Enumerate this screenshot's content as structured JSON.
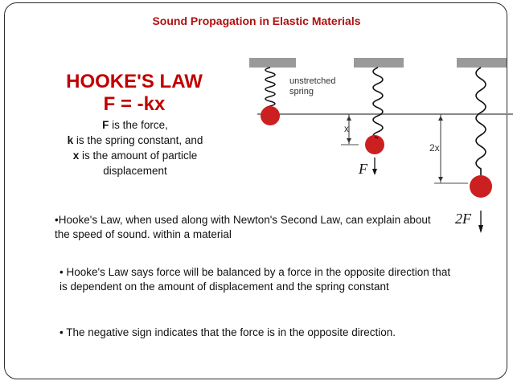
{
  "slide": {
    "title": "Sound Propagation in Elastic Materials",
    "law_title": "HOOKE'S LAW",
    "formula": "F = -kx",
    "definitions": {
      "f_symbol": "F",
      "f_text": " is the force,",
      "k_symbol": "k",
      "k_text": " is the spring constant, and",
      "x_symbol": "x",
      "x_text": " is the amount of particle displacement"
    },
    "bullets": [
      "•Hooke's Law, when used along with Newton's Second Law, can explain about the speed of sound. within a material",
      "• Hooke's Law says  force will be balanced by a force in the opposite direction that is dependent on the amount of displacement and the spring constant",
      "• The negative sign indicates that the force is in the opposite direction."
    ]
  },
  "diagram": {
    "label_unstretched_1": "unstretched",
    "label_unstretched_2": "spring",
    "label_x": "x",
    "label_2x": "2x",
    "label_F": "F",
    "label_2F": "2F"
  },
  "colors": {
    "title": "#b01010",
    "law": "#c00000",
    "mass": "#cc1f1f",
    "support": "#9a9a9a"
  }
}
